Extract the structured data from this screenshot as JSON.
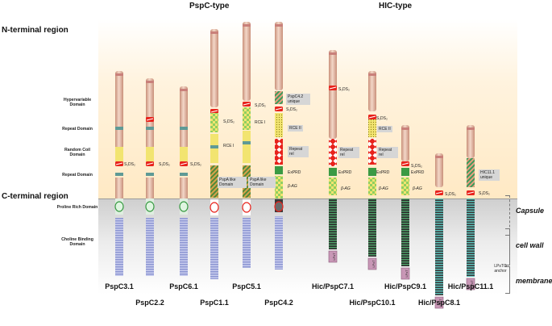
{
  "headers": {
    "pspc": "PspC-type",
    "hic": "HIC-type"
  },
  "regions": {
    "n_terminal": "N-terminal region",
    "c_terminal": "C-terminal region"
  },
  "domain_labels": [
    {
      "id": "hypervariable",
      "text": "Hypervariable Domain"
    },
    {
      "id": "repeat1",
      "text": "Repeat Domain"
    },
    {
      "id": "random_coil",
      "text": "Random Coil Domain"
    },
    {
      "id": "repeat2",
      "text": "Repeat Domain"
    },
    {
      "id": "proline",
      "text": "Proline Rich Domain"
    },
    {
      "id": "choline",
      "text": "Choline Binding Domain"
    }
  ],
  "localization": {
    "capsule": "Capsule",
    "cell_wall": "cell wall",
    "membrane": "membrane",
    "lpxtg": "LPsTG anchor"
  },
  "columns": [
    {
      "id": "pspc3_1",
      "label": "PspC3.1",
      "row": 1
    },
    {
      "id": "pspc2_2",
      "label": "PspC2.2",
      "row": 2
    },
    {
      "id": "pspc6_1",
      "label": "PspC6.1",
      "row": 1
    },
    {
      "id": "pspc1_1",
      "label": "PspC1.1",
      "row": 2
    },
    {
      "id": "pspc5_1",
      "label": "PspC5.1",
      "row": 1
    },
    {
      "id": "pspc4_2",
      "label": "PspC4.2",
      "row": 2
    },
    {
      "id": "hic7_1",
      "label": "Hic/PspC7.1",
      "row": 1
    },
    {
      "id": "hic10_1",
      "label": "Hic/PspC10.1",
      "row": 2
    },
    {
      "id": "hic9_1",
      "label": "Hic/PspC9.1",
      "row": 1
    },
    {
      "id": "hic8_1",
      "label": "Hic/PspC8.1",
      "row": 2
    },
    {
      "id": "hic11_1",
      "label": "Hic/PspC11.1",
      "row": 1
    }
  ],
  "annotations": {
    "sds2": "S₁DS₂",
    "rce1": "RCE I",
    "rce2": "RCE II",
    "repeat_rel": "Repeat rel",
    "pspa_like": "PspA like Domain",
    "pspc42_unique": "PspC4.2 unique",
    "exprd": "ExPRD",
    "beta_ag": "β-AG",
    "hic11_unique": "HIC11.1 unique",
    "lpxtg_tag": "LPxT"
  },
  "colors": {
    "stalk": "#e7c3b2",
    "band": "#b7d3d1",
    "sds": "#e8231c",
    "yellow": "#f2e470",
    "green": "#8fcf62",
    "proline": "#3a9a44",
    "choline": "#9aa2d8",
    "hic_dark": "#2c2c2c",
    "hic_green": "#3a9a5a",
    "lpxtg": "#c897b6",
    "red_diamond": "#e8231c"
  }
}
